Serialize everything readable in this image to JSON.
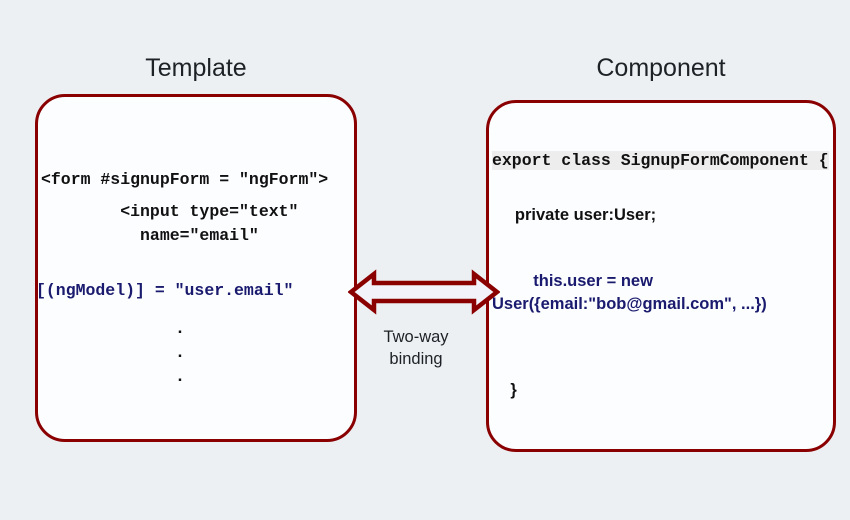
{
  "background_color": "#edf0f3",
  "accent_color": "#8a0000",
  "code_navy_color": "#1a1a6e",
  "panel_fill_color": "#fbfdff",
  "highlight_color": "#ededed",
  "panels": {
    "template": {
      "title": "Template",
      "lines": [
        "<form #signupForm = \"ngForm\">",
        "        <input type=\"text\"",
        "          name=\"email\"",
        "[(ngModel)] = \"user.email\""
      ],
      "ellipsis": ".\n.\n."
    },
    "component": {
      "title": "Component",
      "lines": [
        "export class SignupFormComponent {",
        "     private user:User;",
        "         this.user = new",
        "User({email:\"bob@gmail.com\", ...})",
        "    }"
      ]
    }
  },
  "connector": {
    "icon": "double-headed-arrow-icon",
    "label_line_1": "Two-way",
    "label_line_2": "binding"
  }
}
